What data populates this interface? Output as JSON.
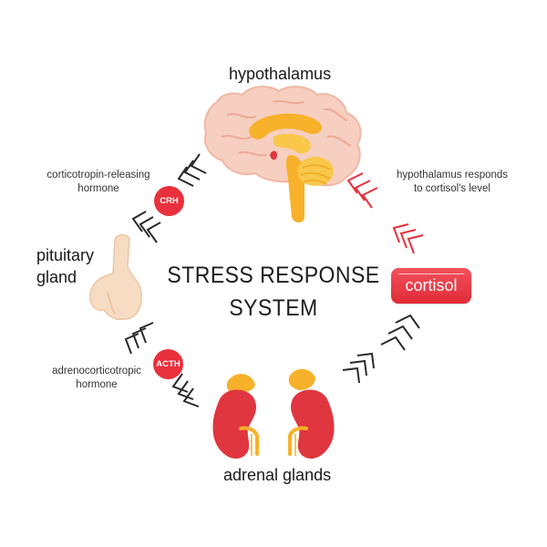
{
  "diagram": {
    "title_line1": "STRESS RESPONSE",
    "title_line2": "SYSTEM",
    "nodes": {
      "hypothalamus": "hypothalamus",
      "pituitary_line1": "pituitary",
      "pituitary_line2": "gland",
      "adrenal": "adrenal glands"
    },
    "hormones": {
      "crh_badge": "CRH",
      "crh_line1": "corticotropin-releasing",
      "crh_line2": "hormone",
      "acth_badge": "ACTH",
      "acth_line1": "adrenocorticotropic",
      "acth_line2": "hormone",
      "cortisol": "cortisol"
    },
    "feedback": {
      "line1": "hypothalamus responds",
      "line2": "to cortisol's level"
    },
    "colors": {
      "accent_red": "#e9303d",
      "organ_orange": "#f7b12a",
      "organ_red": "#e0363f",
      "brain_pink": "#f6cfc0",
      "pituitary": "#f6dcc2",
      "chevron_dark": "#2a2a2a"
    }
  }
}
